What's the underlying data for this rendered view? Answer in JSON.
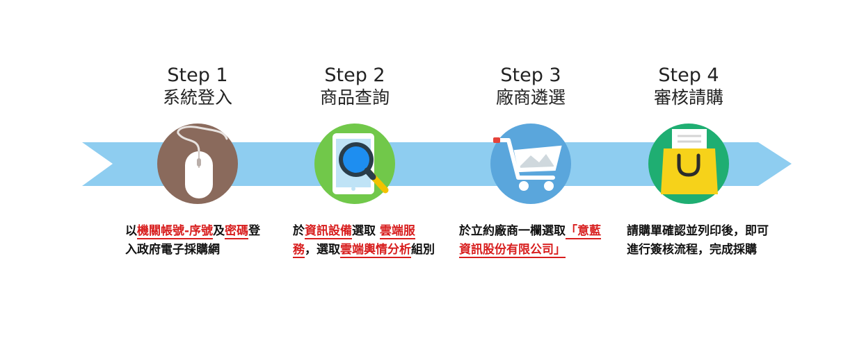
{
  "colors": {
    "arrow": "#8ecdf0",
    "highlight": "#d81e1e",
    "step1_circle": "#8a6a5c",
    "step2_circle": "#71c84a",
    "step3_circle": "#5aa6dc",
    "step4_circle": "#1fae72",
    "bag": "#f6d21a"
  },
  "steps": [
    {
      "title": "Step 1",
      "subtitle": "系統登入",
      "icon": "mouse-icon",
      "description": [
        {
          "text": "以",
          "highlight": false
        },
        {
          "text": "機關帳號-序號",
          "highlight": true
        },
        {
          "text": "及",
          "highlight": false
        },
        {
          "text": "密碼",
          "highlight": true
        },
        {
          "text": "登入政府電子採購網",
          "highlight": false
        }
      ]
    },
    {
      "title": "Step 2",
      "subtitle": "商品查詢",
      "icon": "search-tablet-icon",
      "description": [
        {
          "text": "於",
          "highlight": false
        },
        {
          "text": "資訊設備",
          "highlight": true
        },
        {
          "text": "選取 ",
          "highlight": false
        },
        {
          "text": "雲端服務",
          "highlight": true
        },
        {
          "text": "，選取",
          "highlight": false
        },
        {
          "text": "雲端輿情分析",
          "highlight": true
        },
        {
          "text": "組別",
          "highlight": false
        }
      ]
    },
    {
      "title": "Step 3",
      "subtitle": "廠商遴選",
      "icon": "shopping-cart-icon",
      "description": [
        {
          "text": "於立約廠商一欄選取",
          "highlight": false
        },
        {
          "text": "「意藍資訊股份有限公司」",
          "highlight": true
        }
      ]
    },
    {
      "title": "Step 4",
      "subtitle": "審核請購",
      "icon": "shopping-bag-icon",
      "description": [
        {
          "text": "請購單確認並列印後，即可進行簽核流程，完成採購",
          "highlight": false
        }
      ]
    }
  ]
}
